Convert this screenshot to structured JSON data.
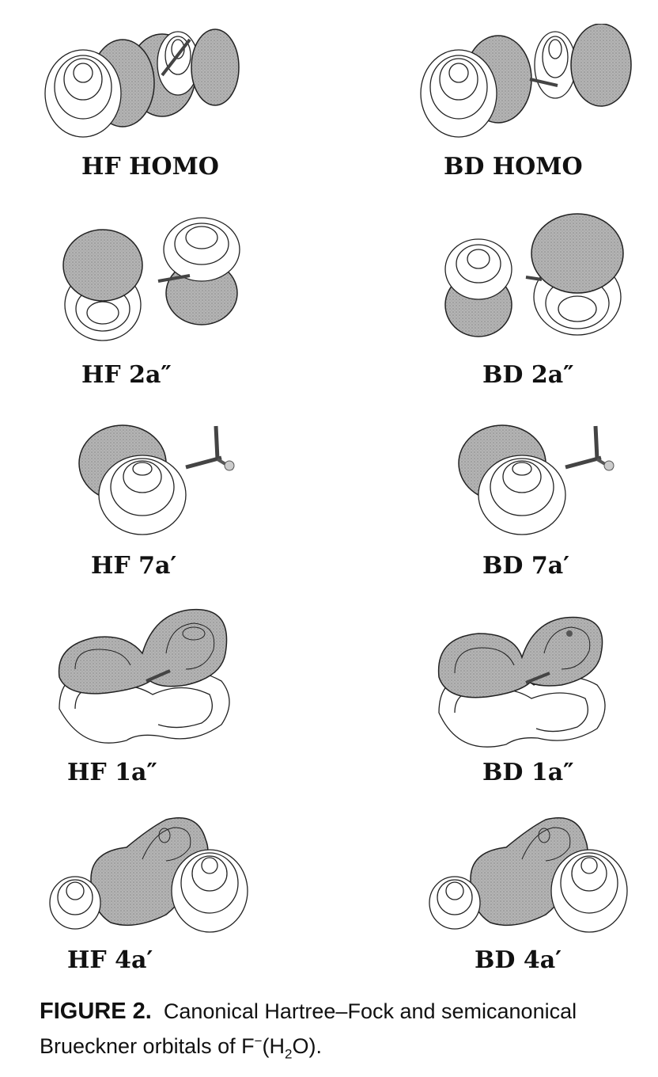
{
  "panels": [
    {
      "id": "hf-homo",
      "label": "HF HOMO"
    },
    {
      "id": "bd-homo",
      "label": "BD HOMO"
    },
    {
      "id": "hf-2a2",
      "label": "HF 2a″"
    },
    {
      "id": "bd-2a2",
      "label": "BD 2a″"
    },
    {
      "id": "hf-7a1",
      "label": "HF 7a′"
    },
    {
      "id": "bd-7a1",
      "label": "BD 7a′"
    },
    {
      "id": "hf-1a2",
      "label": "HF 1a″"
    },
    {
      "id": "bd-1a2",
      "label": "BD 1a″"
    },
    {
      "id": "hf-4a1",
      "label": "HF 4a′"
    },
    {
      "id": "bd-4a1",
      "label": "BD 4a′"
    }
  ],
  "caption": {
    "lead": "FIGURE 2.",
    "text_1": "Canonical Hartree–Fock and semicanonical Brueckner orbitals of F",
    "sup": "−",
    "text_2": "(H",
    "sub": "2",
    "text_3": "O)."
  },
  "colors": {
    "lobe_shaded": "#a9a9a9",
    "lobe_white": "#ffffff",
    "contour": "#222222"
  }
}
